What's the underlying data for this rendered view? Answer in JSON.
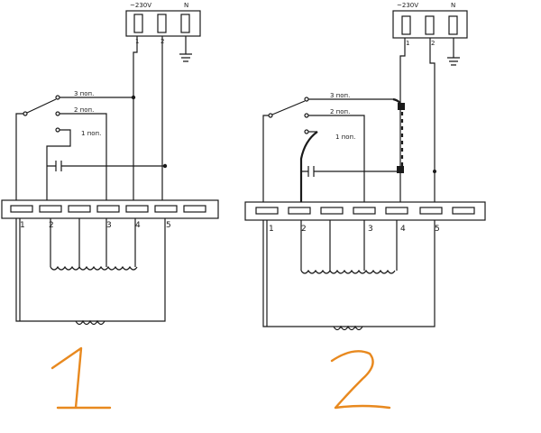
{
  "diagram_1": {
    "supply_label": "~230V",
    "neutral_label": "N",
    "supply_pin_1": "1",
    "supply_pin_2": "2",
    "speed_3": "3 поп.",
    "speed_2": "2 поп.",
    "speed_1": "1 поп.",
    "terminals": [
      "1",
      "2",
      "",
      "3",
      "4",
      "5"
    ],
    "big_label": "1"
  },
  "diagram_2": {
    "supply_label": "~230V",
    "neutral_label": "N",
    "supply_pin_1": "1",
    "supply_pin_2": "2",
    "speed_3": "3 поп.",
    "speed_2": "2 поп.",
    "speed_1": "1 поп.",
    "terminals": [
      "1",
      "2",
      "",
      "3",
      "4",
      "5"
    ],
    "big_label": "2"
  },
  "colors": {
    "ink": "#1a1a1a",
    "handwriting": "#e8891f"
  }
}
